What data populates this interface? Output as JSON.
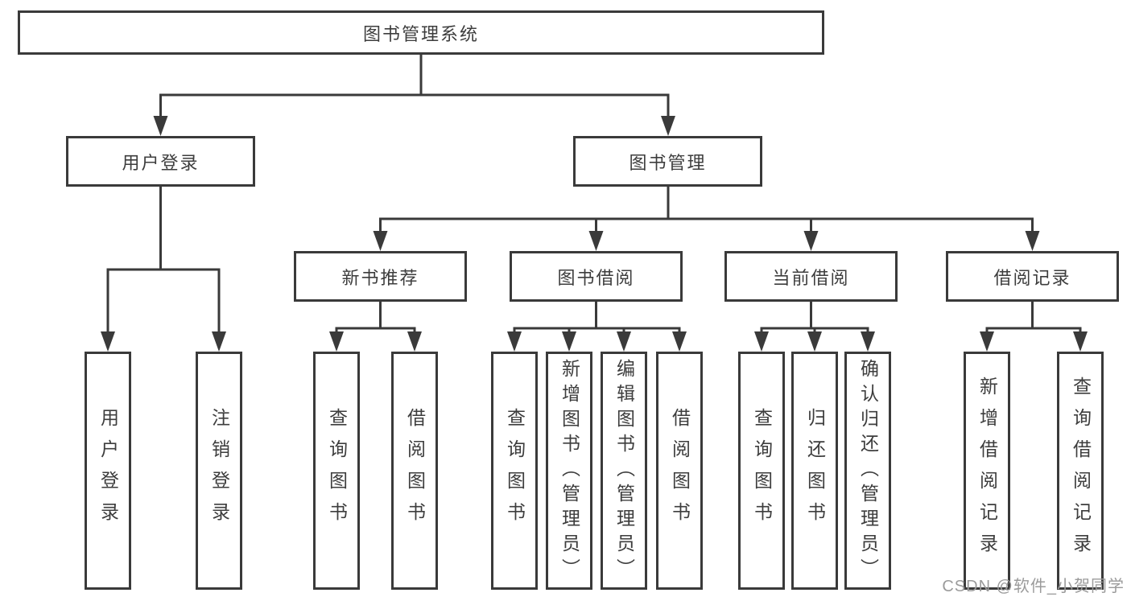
{
  "tree": {
    "label": "图书管理系统",
    "children": [
      {
        "label": "用户登录",
        "children": [
          {
            "label": "用户登录"
          },
          {
            "label": "注销登录"
          }
        ]
      },
      {
        "label": "图书管理",
        "children": [
          {
            "label": "新书推荐",
            "children": [
              {
                "label": "查询图书"
              },
              {
                "label": "借阅图书"
              }
            ]
          },
          {
            "label": "图书借阅",
            "children": [
              {
                "label": "查询图书"
              },
              {
                "label": "新增图书（管理员）"
              },
              {
                "label": "编辑图书（管理员）"
              },
              {
                "label": "借阅图书"
              }
            ]
          },
          {
            "label": "当前借阅",
            "children": [
              {
                "label": "查询图书"
              },
              {
                "label": "归还图书"
              },
              {
                "label": "确认归还（管理员）"
              }
            ]
          },
          {
            "label": "借阅记录",
            "children": [
              {
                "label": "新增借阅记录"
              },
              {
                "label": "查询借阅记录"
              }
            ]
          }
        ]
      }
    ]
  },
  "watermark": {
    "text": "CSDN @软件_小贺同学"
  },
  "colors": {
    "line": "#3a3a3a",
    "box_border": "#3a3a3a",
    "box_background": "#ffffff",
    "text": "#3d3d3d",
    "watermark": "#9b9b9b",
    "page_background": "#ffffff"
  }
}
